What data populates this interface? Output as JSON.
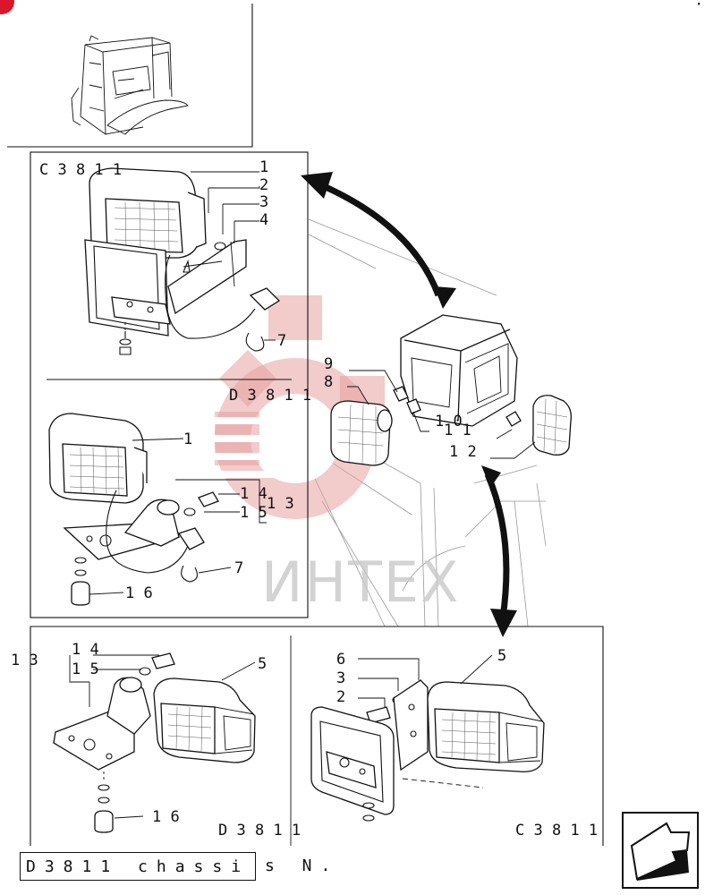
{
  "labels": {
    "code_c3811": "C 3 8 1 1",
    "code_d3811": "D 3 8 1 1",
    "n1": "1",
    "n2": "2",
    "n3": "3",
    "n4": "4",
    "n5": "5",
    "n6": "6",
    "n7": "7",
    "n8": "8",
    "n9": "9",
    "n10": "1 0",
    "n11": "1 1",
    "n12": "1 2",
    "n13": "1 3",
    "n14": "1 4",
    "n15": "1 5",
    "n16": "1 6"
  },
  "footer": {
    "boxed_text": "D3811 chassi",
    "trailing_text": "s N."
  },
  "watermark": {
    "text": "ИНТЕХ",
    "color": "#e8a0a0"
  },
  "icons": {
    "nav_arrow": "next-page-arrow-icon",
    "corner_badge": "red-corner-badge-icon"
  }
}
